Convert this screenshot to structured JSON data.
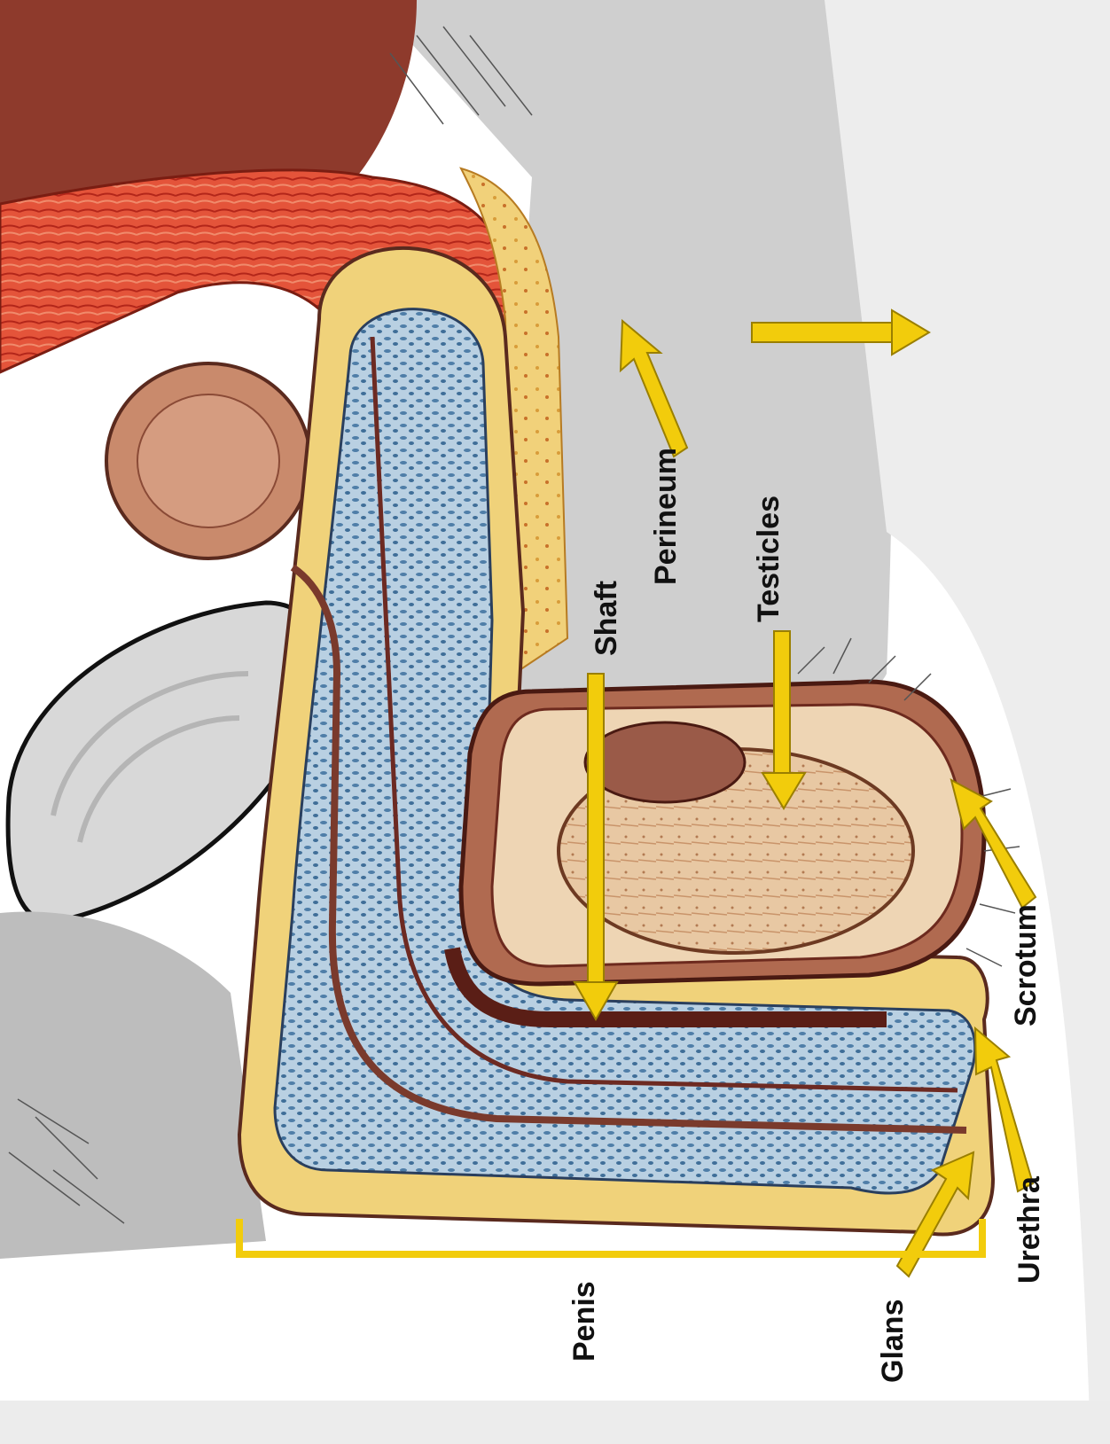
{
  "diagram": {
    "labels": {
      "shaft": "Shaft",
      "perineum": "Perineum",
      "testicles": "Testicles",
      "scrotum": "Scrotum",
      "urethra": "Urethra",
      "glans": "Glans",
      "penis": "Penis"
    },
    "colors": {
      "arrow": "#f2cc0c",
      "arrow_outline": "#9a7f00",
      "background_skin_gray": "#cfcfcf",
      "erectile_tissue_blue": "#8fb3cc",
      "fat_yellow": "#f0d27a",
      "muscle_red": "#d8462c",
      "testis_tan": "#e2c09a",
      "scrotum_brown": "#8a3a2a"
    }
  }
}
